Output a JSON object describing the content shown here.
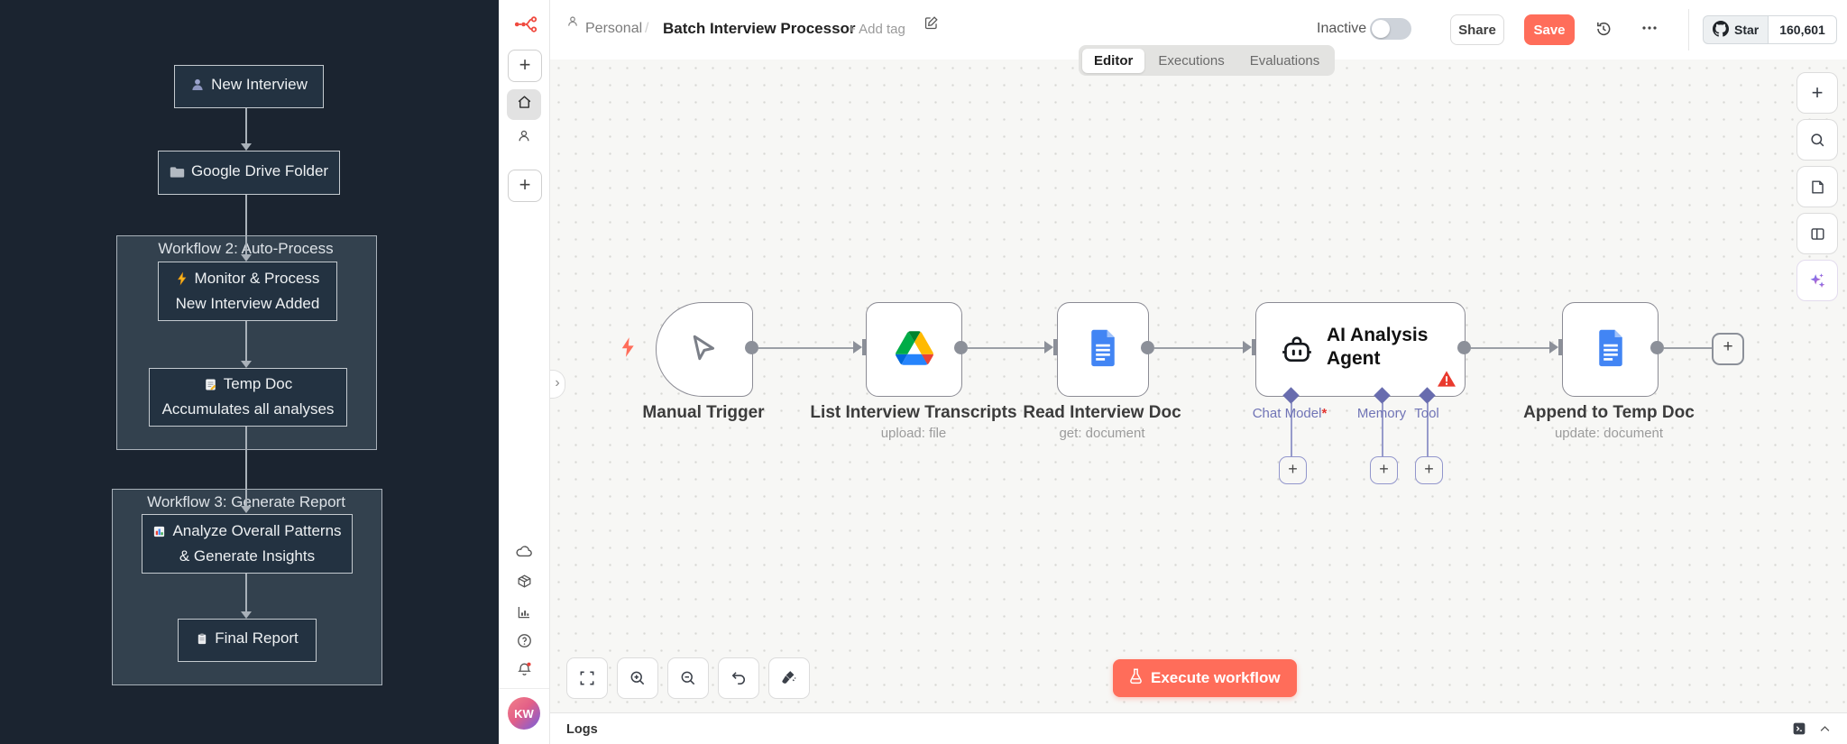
{
  "diagram": {
    "boxes": [
      {
        "icon": "person",
        "label": "New Interview"
      },
      {
        "icon": "folder",
        "label": "Google Drive Folder"
      },
      {
        "icon": "lightning",
        "line1": "Monitor & Process",
        "line2": "New Interview Added"
      },
      {
        "icon": "memo",
        "line1": "Temp Doc",
        "line2": "Accumulates all analyses"
      },
      {
        "icon": "chart",
        "line1": "Analyze Overall Patterns",
        "line2": "& Generate Insights"
      },
      {
        "icon": "clipboard",
        "label": "Final Report"
      }
    ],
    "groups": [
      {
        "title": "Workflow 2: Auto-Process"
      },
      {
        "title": "Workflow 3: Generate Report"
      }
    ]
  },
  "header": {
    "workspace": "Personal",
    "separator": "/",
    "title": "Batch Interview Processor",
    "add_tag": "+ Add tag",
    "status_label": "Inactive",
    "status_active": false,
    "share_label": "Share",
    "save_label": "Save",
    "star_label": "Star",
    "star_count": "160,601"
  },
  "tabs": {
    "items": [
      {
        "label": "Editor",
        "active": true
      },
      {
        "label": "Executions",
        "active": false
      },
      {
        "label": "Evaluations",
        "active": false
      }
    ]
  },
  "flow": {
    "nodes": [
      {
        "name": "Manual Trigger",
        "subtitle": ""
      },
      {
        "name": "List Interview Transcripts",
        "subtitle": "upload: file"
      },
      {
        "name": "Read Interview Doc",
        "subtitle": "get: document"
      },
      {
        "name": "AI Analysis Agent",
        "subtitle": ""
      },
      {
        "name": "Append to Temp Doc",
        "subtitle": "update: document"
      }
    ],
    "ports": [
      {
        "label": "Chat Model",
        "required": "*"
      },
      {
        "label": "Memory",
        "required": ""
      },
      {
        "label": "Tool",
        "required": ""
      }
    ]
  },
  "symbols": {
    "plus": "+"
  },
  "controls": {
    "execute_label": "Execute workflow"
  },
  "logs": {
    "title": "Logs"
  },
  "user": {
    "initials": "KW"
  },
  "colors": {
    "accent": "#ff6d5a",
    "brand": "#f04a3f",
    "purple": "#686cae",
    "warning": "#e93a2e"
  }
}
